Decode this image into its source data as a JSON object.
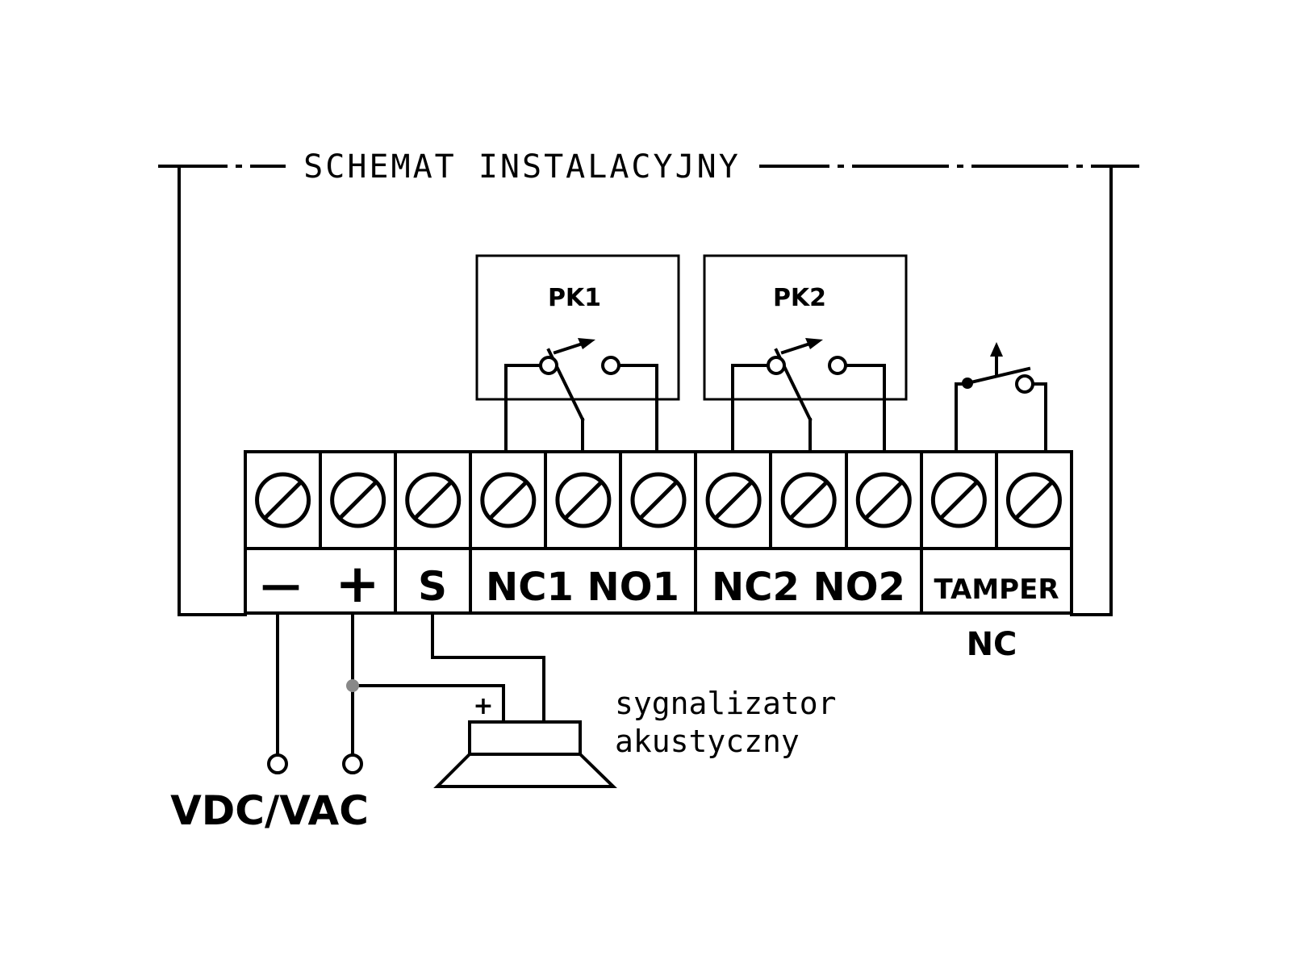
{
  "diagram": {
    "title": "SCHEMAT INSTALACYJNY",
    "relays": [
      {
        "label": "PK1"
      },
      {
        "label": "PK2"
      }
    ],
    "terminal_labels": {
      "minus": "—",
      "plus": "+",
      "signal": "S",
      "relay1": "NC1 NO1",
      "relay2": "NC2 NO2",
      "tamper": "TAMPER"
    },
    "tamper_type": "NC",
    "power_label": "VDC/VAC",
    "siren": {
      "plus_mark": "+",
      "label_line1": "sygnalizator",
      "label_line2": "akustyczny"
    },
    "terminal_count": 11,
    "colors": {
      "line": "#000000",
      "background": "#ffffff",
      "junction": "#888888"
    }
  }
}
